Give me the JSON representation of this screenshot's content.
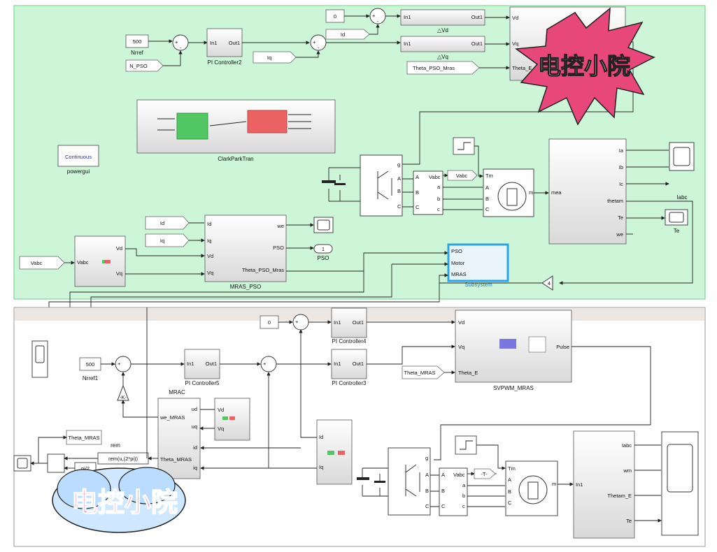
{
  "colors": {
    "top_bg": "#cdf5d8",
    "top_border": "#6fcf86",
    "wm_star": "#e8477c",
    "wm_text": "#ffffff",
    "wm_text2": "#e0288a",
    "subsys_sel": "#2aa6e8"
  },
  "top": {
    "const_500": "500",
    "lbl_nrref": "Nrref",
    "tag_npso": "N_PSO",
    "pi2_in": "In1",
    "pi2_out": "Out1",
    "pi2_name": "PI Controller2",
    "tag_iq": "Iq",
    "tag_id": "Id",
    "const_0": "0",
    "dvd_in": "In1",
    "dvd_out": "Out1",
    "dvd_name": "△Vd",
    "dvq_in": "In1",
    "dvq_out": "Out1",
    "dvq_name": "△Vq",
    "tag_theta": "Theta_PSO_Mras",
    "park_vd": "Vd",
    "park_vq": "Vq",
    "park_th": "Theta_E",
    "clark_name": "ClarkParkTran",
    "cont": "Continuous",
    "powergui": "powergui",
    "inv_g": "g",
    "inv_a": "A",
    "inv_b": "B",
    "inv_c": "C",
    "meas_vabc": "Vabc",
    "meas_a": "a",
    "meas_b": "b",
    "meas_c": "c",
    "tag_vabc": "Vabc",
    "mot_tm": "Tm",
    "mot_a": "A",
    "mot_b": "B",
    "mot_c": "C",
    "mot_m": "m",
    "mea_in": "mea",
    "mea_ia": "Ia",
    "mea_ib": "Ib",
    "mea_ic": "Ic",
    "mea_th": "thetam",
    "mea_te": "Te",
    "mea_we": "we",
    "scope_iabc": "Iabc",
    "scope_te": "Te",
    "tag_id2": "Id",
    "tag_iq2": "Iq",
    "mras_id": "Id",
    "mras_iq": "Iq",
    "mras_vd": "Vd",
    "mras_vq": "Vq",
    "mras_we": "we",
    "mras_pso": "PSO",
    "mras_th": "Theta_PSO_Mras",
    "mras_name": "MRAS_PSO",
    "out_pso_num": "1",
    "out_pso": "PSO",
    "tag_vabc_in": "Vabc",
    "cp_vabc": "Vabc",
    "cp_vd": "Vd",
    "cp_vq": "Vq",
    "ss_pso": "PSO",
    "ss_motor": "Motor",
    "ss_mras": "MRAS",
    "ss_name": "Subsystem",
    "gain4": "4"
  },
  "bottom": {
    "const_0": "0",
    "pi4_in": "In1",
    "pi4_out": "Out1",
    "pi4_name": "PI Controller4",
    "const_500": "500",
    "lbl_nrref1": "Nrref1",
    "pi5_in": "In1",
    "pi5_out": "Out1",
    "pi5_name": "PI Controller5",
    "pi3_in": "In1",
    "pi3_out": "Out1",
    "pi3_name": "PI Controller3",
    "gainK": "-K-",
    "sv_vd": "Vd",
    "sv_vq": "Vq",
    "sv_th": "Theta_E",
    "sv_pulse": "Pulse",
    "sv_name": "SVPWM_MRAS",
    "tag_theta_mras": "Theta_MRAS",
    "mrac_name": "MRAC",
    "mrac_ud": "ud",
    "mrac_uq": "uq",
    "mrac_we": "we_MRAS",
    "mrac_id": "id",
    "mrac_th": "Theta_MRAS",
    "mrac_iq": "iq",
    "vdq_vd": "Vd",
    "vdq_vq": "Vq",
    "idq_id": "Id",
    "idq_iq": "Iq",
    "tag_theta_mras2": "Theta_MRAS",
    "rem_name": "rem",
    "rem_fn": "rem(u,(2*pi))",
    "pi2": "pi/2",
    "inv_g": "g",
    "inv_a": "A",
    "inv_b": "B",
    "inv_c": "C",
    "meas_vabc": "Vabc",
    "meas_a": "a",
    "meas_b": "b",
    "meas_c": "c",
    "tagT": "-T-",
    "mot_tm": "Tm",
    "mot_a": "A",
    "mot_b": "B",
    "mot_c": "C",
    "mot_m": "m",
    "mea_in": "In1",
    "mea_iabc": "Iabc",
    "mea_wm": "wm",
    "mea_th": "Thetam_E",
    "mea_te": "Te"
  },
  "watermark": {
    "top": "电控小院",
    "bottom": "电控小院"
  }
}
